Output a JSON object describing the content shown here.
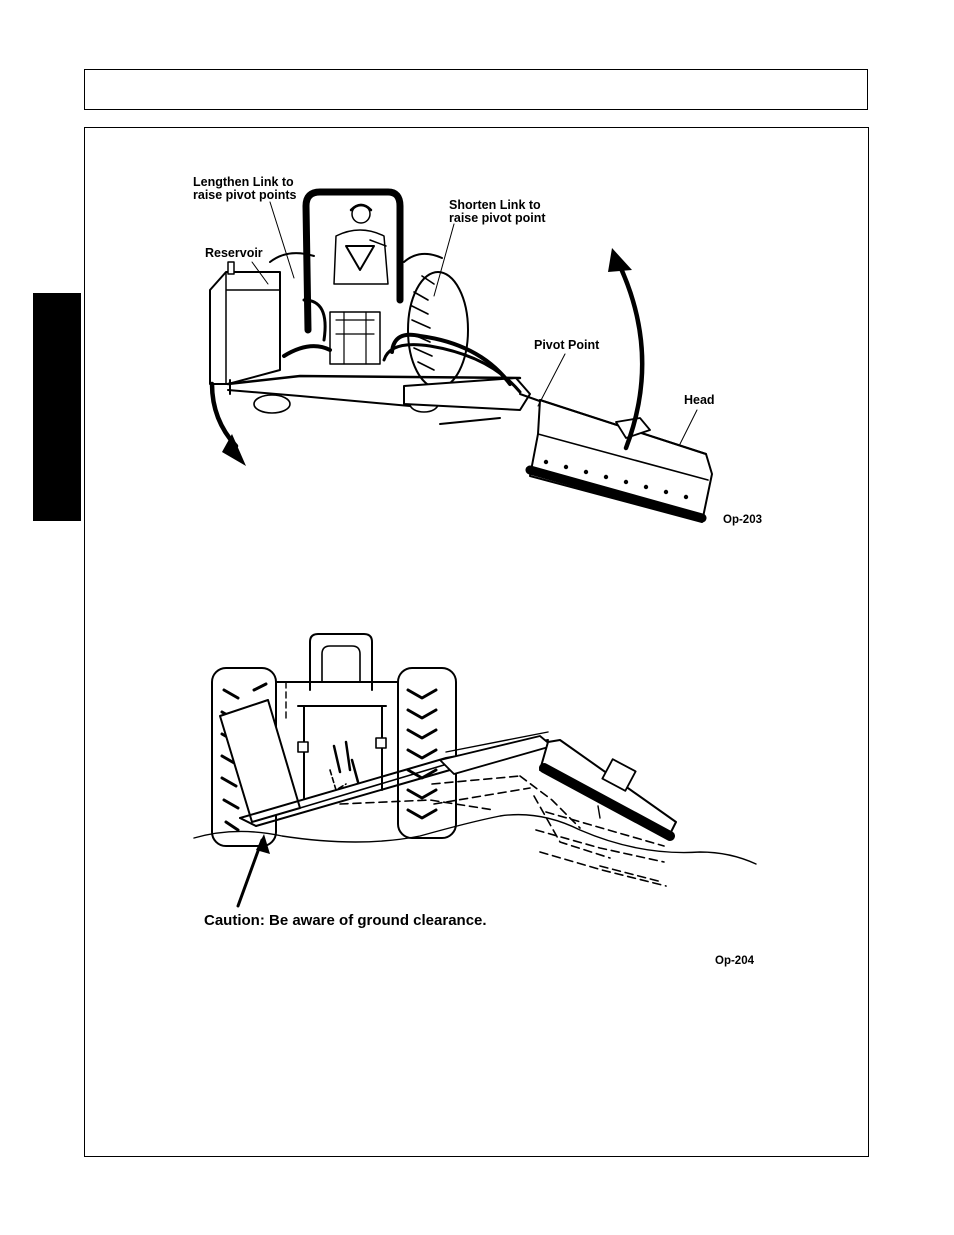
{
  "labels": {
    "lengthen_link_line1": "Lengthen Link to",
    "lengthen_link_line2": "raise pivot points",
    "shorten_link_line1": "Shorten Link to",
    "shorten_link_line2": "raise pivot point",
    "reservoir": "Reservoir",
    "pivot_point": "Pivot Point",
    "head": "Head"
  },
  "figures": {
    "top_code": "Op-203",
    "bottom_code": "Op-204",
    "caution_text": "Caution: Be aware of ground clearance."
  }
}
